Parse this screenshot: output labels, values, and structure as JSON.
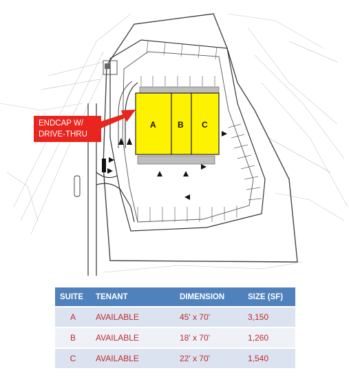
{
  "plan": {
    "callout": [
      "ENDCAP W/",
      "DRIVE-THRU"
    ],
    "suites": [
      "A",
      "B",
      "C"
    ]
  },
  "table": {
    "headers": [
      "SUITE",
      "TENANT",
      "DIMENSION",
      "SIZE (SF)"
    ],
    "rows": [
      [
        "A",
        "AVAILABLE",
        "45' x 70'",
        "3,150"
      ],
      [
        "B",
        "AVAILABLE",
        "18' x 70'",
        "1,260"
      ],
      [
        "C",
        "AVAILABLE",
        "22' x 70'",
        "1,540"
      ]
    ]
  },
  "colors": {
    "building": "#fdf200",
    "callout": "#e8251f",
    "header": "#4f81bd",
    "row_text": "#c0282d"
  }
}
